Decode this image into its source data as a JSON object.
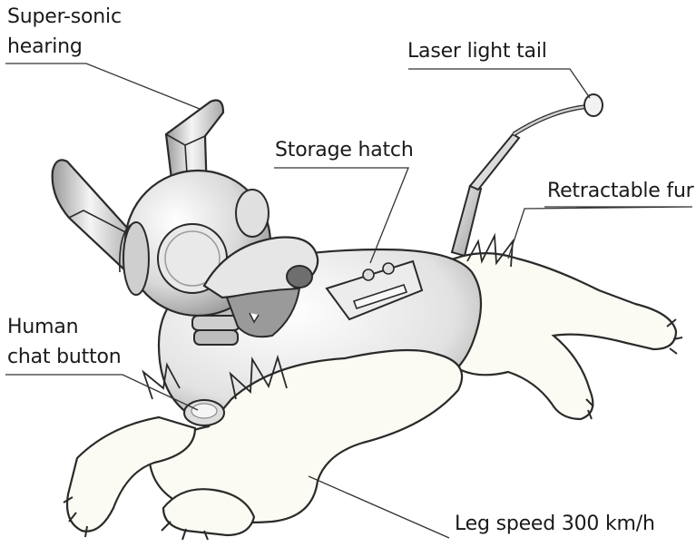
{
  "diagram": {
    "labels": {
      "super_sonic_line1": "Super-sonic",
      "super_sonic_line2": "hearing",
      "laser_tail": "Laser light tail",
      "storage_hatch": "Storage hatch",
      "retractable_fur": "Retractable fur",
      "human_chat_line1": "Human",
      "human_chat_line2": "chat button",
      "leg_speed": "Leg speed 300 km/h"
    },
    "colors": {
      "metal_light": "#f2f2f2",
      "metal_mid": "#cfcfcf",
      "metal_dark": "#8a8a8a",
      "fur": "#fbfbf3",
      "outline": "#2a2a2a",
      "leader_line": "#333333"
    }
  }
}
